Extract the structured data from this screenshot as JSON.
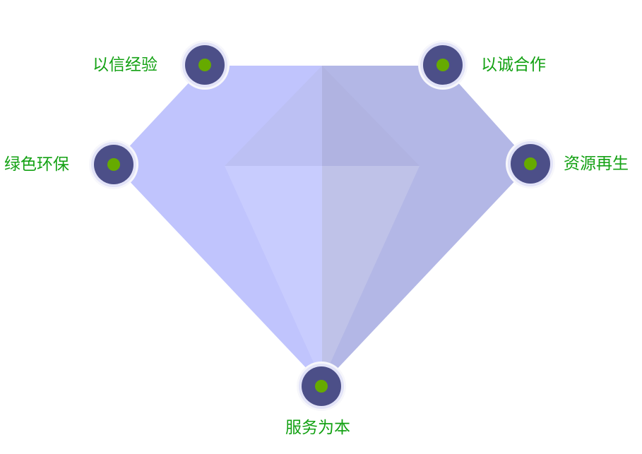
{
  "nodes": [
    {
      "label": "以信经验"
    },
    {
      "label": "以诚合作"
    },
    {
      "label": "绿色环保"
    },
    {
      "label": "资源再生"
    },
    {
      "label": "服务为本"
    }
  ],
  "colors": {
    "label": "#13a113",
    "node": "#4c4f88",
    "dot": "#66aa00"
  }
}
